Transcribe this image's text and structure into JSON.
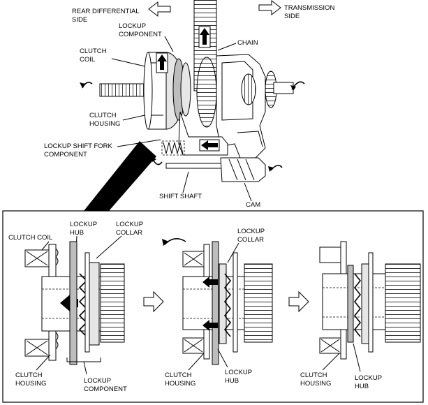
{
  "top": {
    "rear_side_line1": "REAR DIFFERENTIAL",
    "rear_side_line2": "SIDE",
    "trans_side_line1": "TRANSMISSION",
    "trans_side_line2": "SIDE",
    "lockup_component_line1": "LOCKUP",
    "lockup_component_line2": "COMPONENT",
    "chain": "CHAIN",
    "clutch_coil_line1": "CLUTCH",
    "clutch_coil_line2": "COIL",
    "clutch_housing_line1": "CLUTCH",
    "clutch_housing_line2": "HOUSING",
    "fork_line1": "LOCKUP SHIFT FORK",
    "fork_line2": "COMPONENT",
    "shift_shaft": "SHIFT SHAFT",
    "cam": "CAM"
  },
  "detail1": {
    "clutch_coil": "CLUTCH COIL",
    "lockup_hub_line1": "LOCKUP",
    "lockup_hub_line2": "HUB",
    "lockup_collar_line1": "LOCKUP",
    "lockup_collar_line2": "COLLAR",
    "clutch_housing_line1": "CLUTCH",
    "clutch_housing_line2": "HOUSING",
    "lockup_component_line1": "LOCKUP",
    "lockup_component_line2": "COMPONENT"
  },
  "detail2": {
    "lockup_collar_line1": "LOCKUP",
    "lockup_collar_line2": "COLLAR",
    "clutch_housing_line1": "CLUTCH",
    "clutch_housing_line2": "HOUSING",
    "lockup_hub_line1": "LOCKUP",
    "lockup_hub_line2": "HUB"
  },
  "detail3": {
    "clutch_housing_line1": "CLUTCH",
    "clutch_housing_line2": "HOUSING",
    "lockup_hub_line1": "LOCKUP",
    "lockup_hub_line2": "HUB"
  }
}
